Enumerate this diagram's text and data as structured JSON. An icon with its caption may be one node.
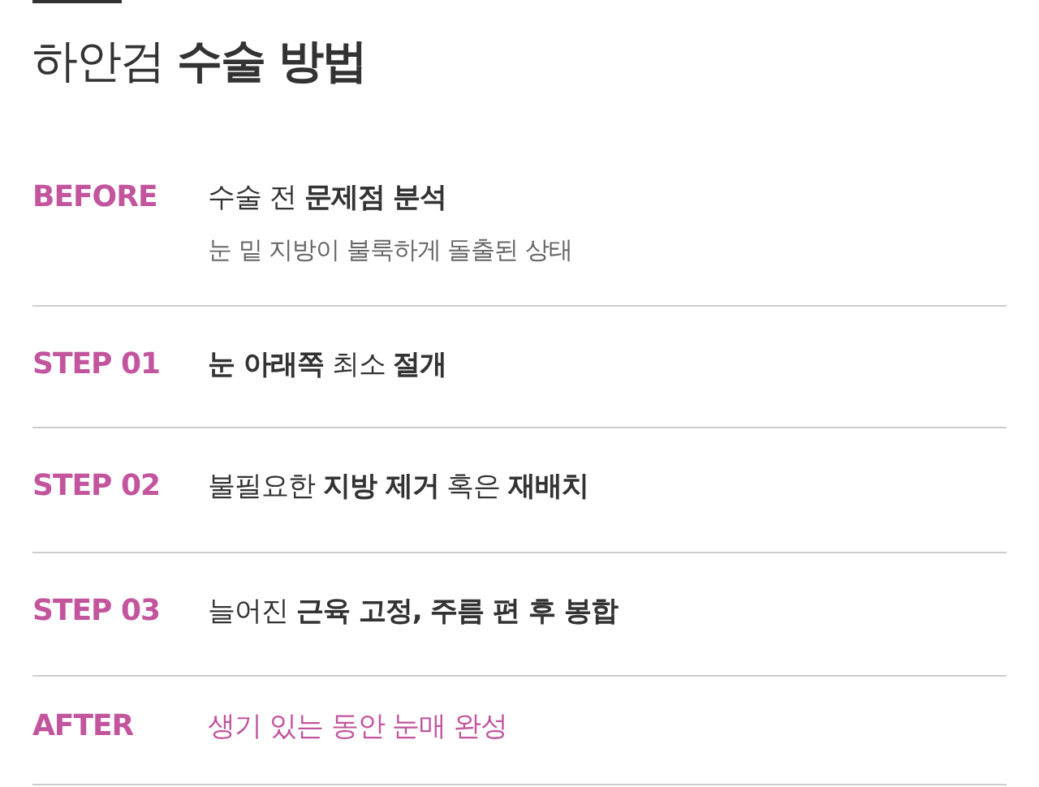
{
  "diagram": {
    "title": "하안검 **수술 방법**",
    "labels": [
      "BEFORE",
      "수술 전 **문제점 분석**",
      "눈 밑 지방이 불룩하게 돌출된 상태",
      "STEP 01",
      "**눈 아래쪽** 최소 **절개**",
      "STEP 02",
      "불필요한 **지방 제거** 혹은 **재배치**",
      "STEP 03",
      "늘어진 **근육 고정, 주름 편 후 봉합**",
      "AFTER",
      "생기 있는 동안 눈매 완성"
    ]
  }
}
